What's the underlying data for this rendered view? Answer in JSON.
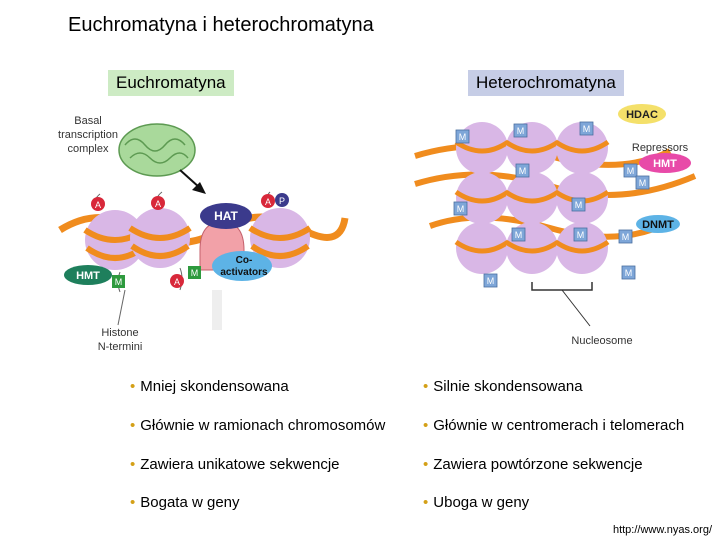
{
  "title": "Euchromatyna i heterochromatyna",
  "left_panel": {
    "label": "Euchromatyna",
    "annotations": {
      "basal": [
        "Basal",
        "transcription",
        "complex"
      ],
      "hat": "HAT",
      "coactivators": [
        "Co-",
        "activators"
      ],
      "hmt": "HMT",
      "histone": [
        "Histone",
        "N-termini"
      ],
      "mark_a": "A",
      "mark_p": "P",
      "mark_m": "M"
    }
  },
  "right_panel": {
    "label": "Heterochromatyna",
    "annotations": {
      "hdac": "HDAC",
      "repressors": "Repressors",
      "hmt": "HMT",
      "dnmt": "DNMT",
      "nucleosome": "Nucleosome",
      "mark_m": "M"
    }
  },
  "bullets": {
    "left": [
      "Mniej skondensowana",
      "Głównie w ramionach chromosomów",
      "Zawiera unikatowe sekwencje",
      "Bogata w geny"
    ],
    "right": [
      "Silnie skondensowana",
      "Głównie w centromerach i telomerach",
      "Zawiera powtórzone sekwencje",
      "Uboga w geny"
    ]
  },
  "footer": "http://www.nyas.org/",
  "colors": {
    "euchromatin_label_bg": "#cdebc4",
    "heterochromatin_label_bg": "#c6cde6",
    "nucleosome": "#d9b7e6",
    "dna": "#f08c1e",
    "acetyl_mark": "#d8283a",
    "methyl_mark": "#7ea6d8",
    "methyl_mark_green": "#2e9a3e",
    "hmt": "#1e7f5c",
    "hat": "#3b3a8c",
    "bullet_dot": "#d4a017"
  }
}
